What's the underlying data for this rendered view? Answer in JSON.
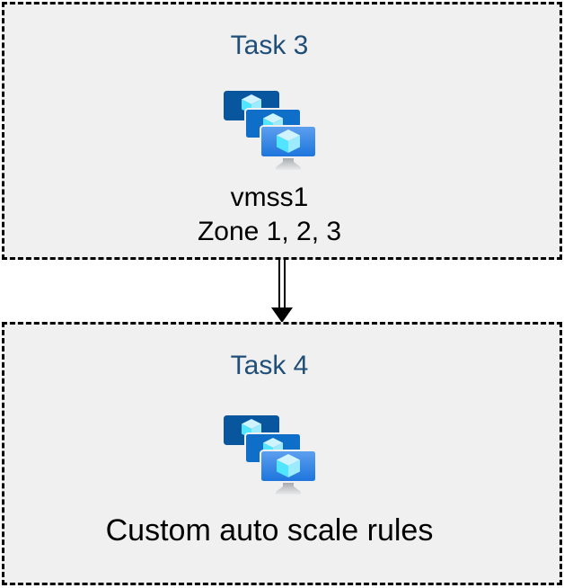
{
  "canvas": {
    "background": "#FFFFFF"
  },
  "box_style": {
    "fill": "#F0F0F0",
    "border_color": "#000000",
    "border": "dashed",
    "title_color": "#1F4E79",
    "text_color": "#000000"
  },
  "tasks": [
    {
      "title": "Task 3",
      "icon": "vm-scale-sets-icon",
      "caption_lines": [
        "vmss1",
        "Zone 1, 2, 3"
      ]
    },
    {
      "title": "Task 4",
      "icon": "vm-scale-sets-icon",
      "caption_lines": [
        "Custom auto scale rules"
      ]
    }
  ],
  "connector": {
    "shape": "double-line-arrow-down",
    "from": "Task 3",
    "to": "Task 4",
    "color": "#000000"
  },
  "icon_colors": {
    "monitor_back": "#07569E",
    "monitor_middle": "#0F6FC8",
    "monitor_front_top": "#5EA0EF",
    "monitor_front_bottom": "#1B74DC",
    "cube_top": "#CFF3FF",
    "cube_left": "#50E6FF",
    "cube_right": "#9CEBFF",
    "stand_top": "#97999D",
    "stand_mid": "#C6C8C9",
    "stand_bottom": "#E8E9EA"
  }
}
